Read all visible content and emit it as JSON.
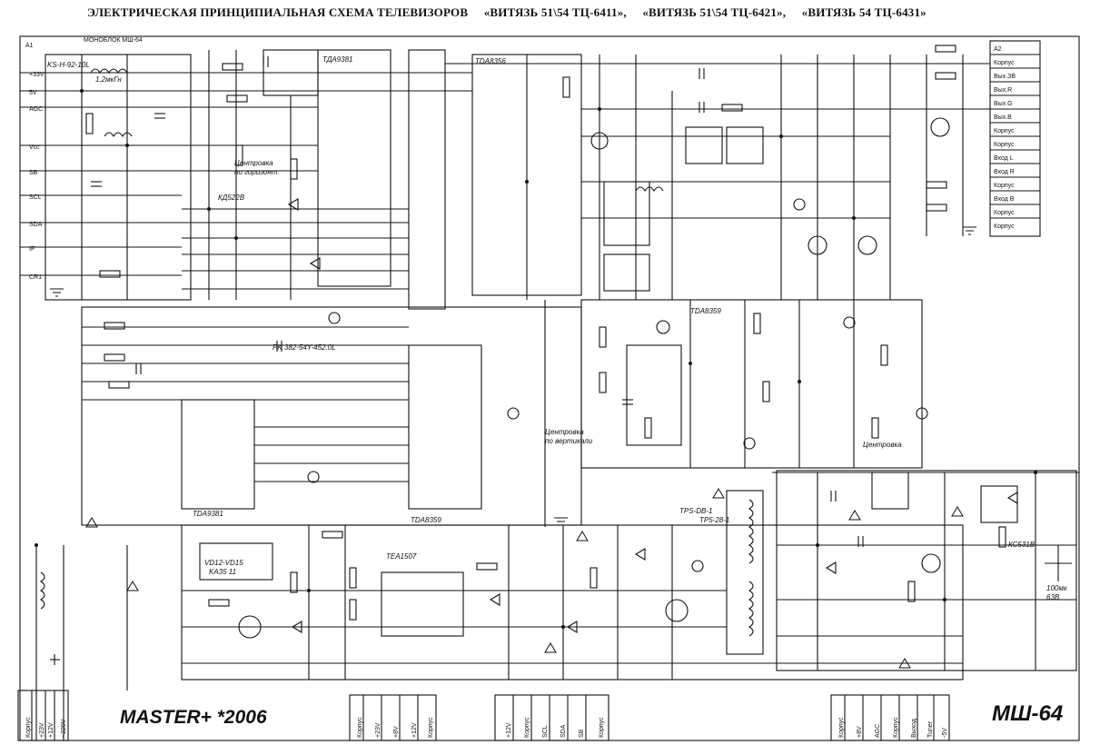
{
  "title": {
    "main": "ЭЛЕКТРИЧЕСКАЯ ПРИНЦИПИАЛЬНАЯ СХЕМА ТЕЛЕВИЗОРОВ",
    "model_1": "«ВИТЯЗЬ 51\\54 ТЦ-6411»,",
    "model_2": "«ВИТЯЗЬ 51\\54 ТЦ-6421»,",
    "model_3": "«ВИТЯЗЬ 54 ТЦ-6431»"
  },
  "signature": "MASTER+ *2006",
  "module": "МШ-64",
  "top_left_labels": {
    "block": "A1",
    "module_small": "МОНОБЛОК МШ-64"
  },
  "components": {
    "tuner": "KS-H-92-10L",
    "chip_d3": "TDA9381",
    "chip_d4": "TDA8356",
    "transformer_t3": "TPS-DB-1",
    "chip_d5": "TDA8359",
    "pwm": "TEA1507"
  },
  "left_pins": [
    "+33V",
    "5V",
    "AGC",
    "Vcc",
    "SB",
    "SCL",
    "SDA",
    "IF",
    "CR1"
  ],
  "connector_right": [
    "Корпус",
    "Вых.ЗВ",
    "Вых.R",
    "Вых.G",
    "Вых.В",
    "Корпус",
    "Корпус",
    "Вход L",
    "Вход R",
    "Корпус",
    "Вход В",
    "Корпус",
    "Корпус"
  ],
  "bottom_connectors": [
    {
      "pins": [
        "Корпус",
        "+23V",
        "+8V",
        "+12V",
        "Корпус"
      ]
    },
    {
      "pins": [
        "+12V",
        "Корпус",
        "SCL",
        "SDA",
        "SB",
        "Корпус"
      ]
    },
    {
      "pins": [
        "Корпус",
        "+8V",
        "AGC",
        "Корпус",
        "Выход",
        "Tuner",
        "-5V"
      ]
    }
  ]
}
